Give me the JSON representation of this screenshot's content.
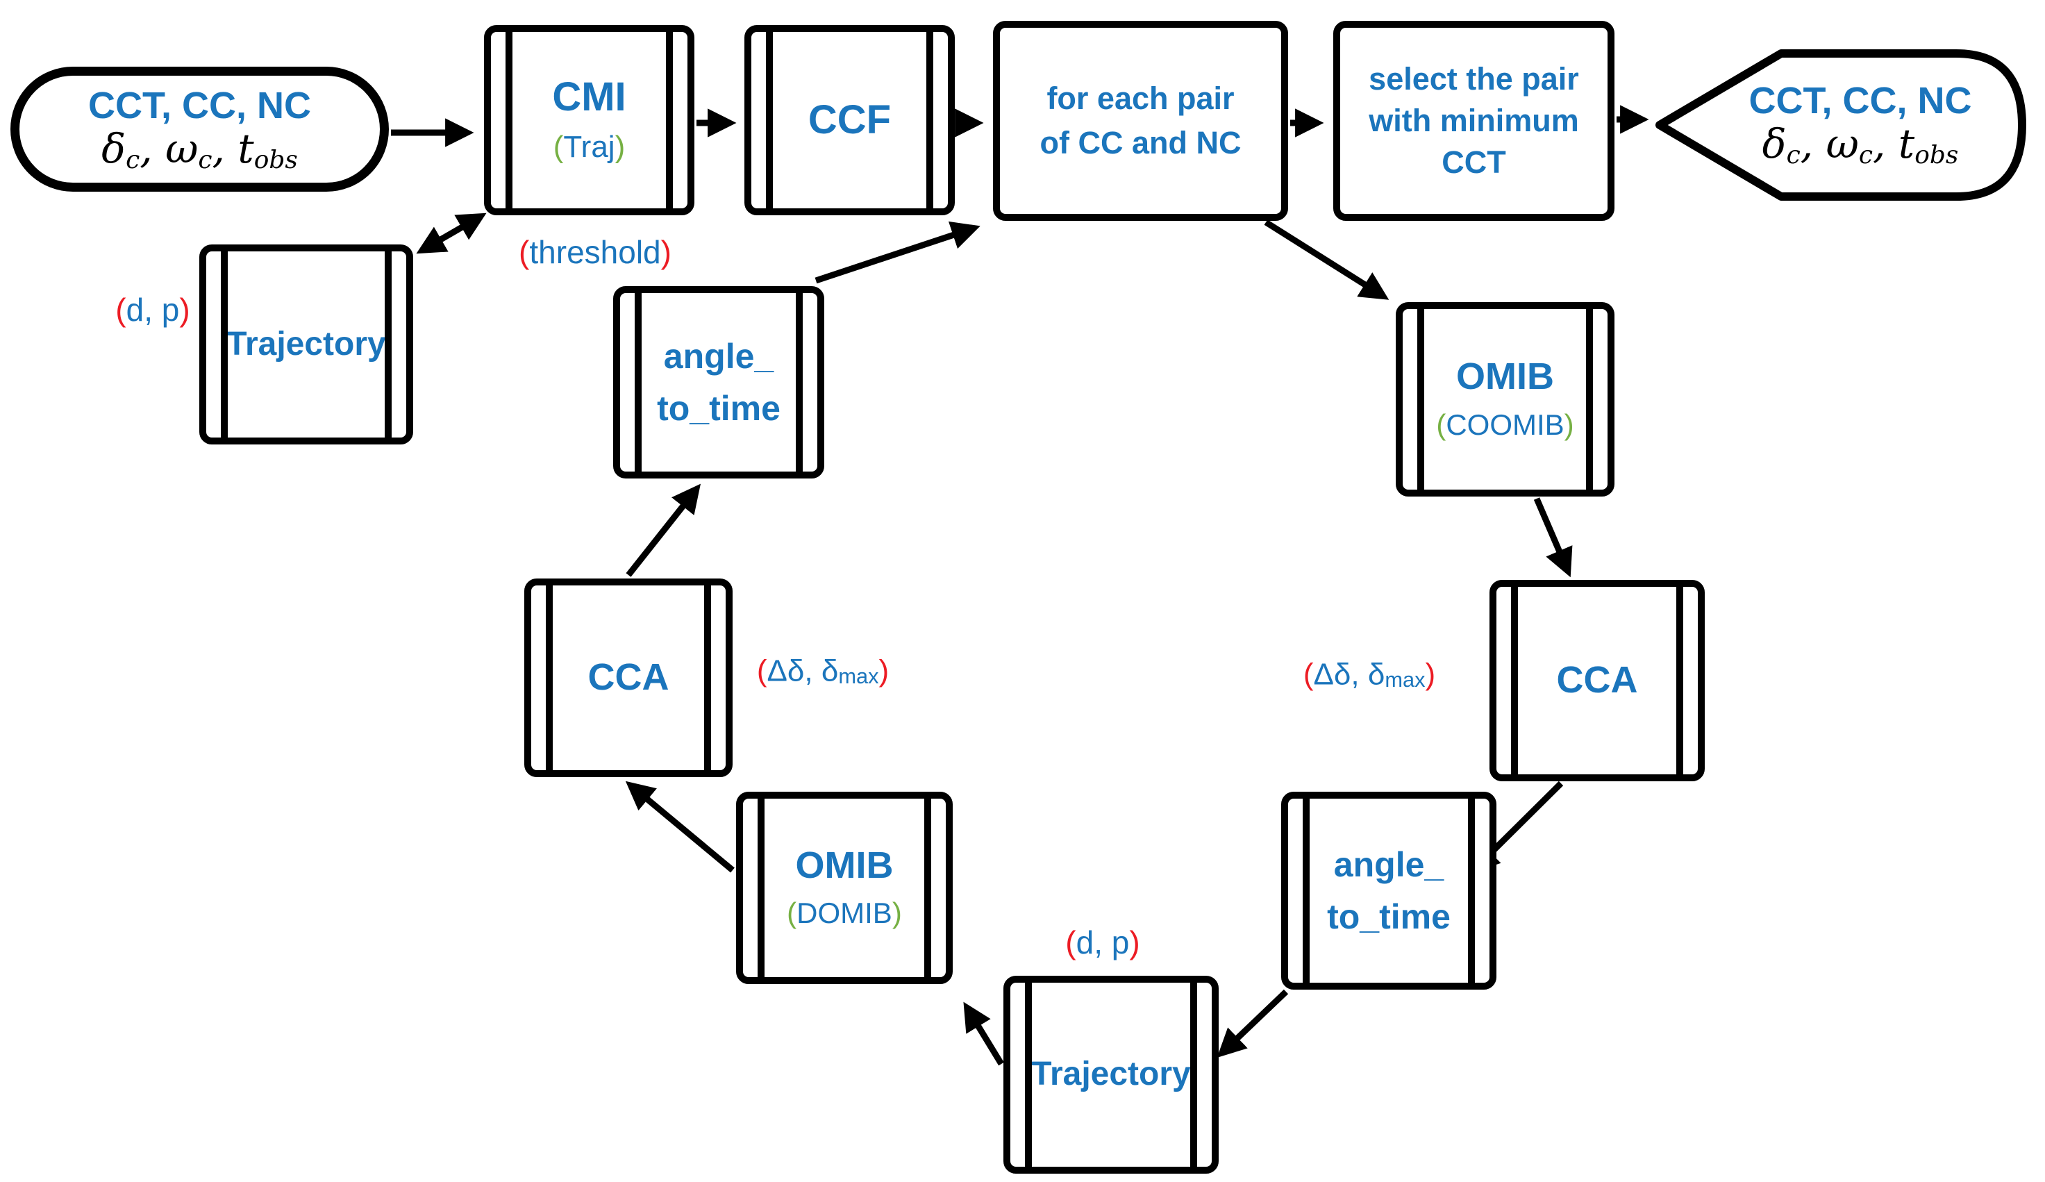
{
  "colors": {
    "accent_blue": "#1b75bc",
    "paren_green": "#76b043",
    "paren_red": "#ec1c24",
    "line_black": "#000000",
    "background": "#ffffff"
  },
  "nodes": {
    "start": {
      "type": "terminator",
      "line1": "CCT, CC, NC",
      "math": {
        "v1": "δ",
        "s1": "c",
        "c1": ", ",
        "v2": "ω",
        "s2": "c",
        "c2": ", ",
        "v3": "t",
        "s3": "obs"
      }
    },
    "cmi": {
      "type": "subroutine",
      "title": "CMI",
      "note_open": "(",
      "note": "Traj",
      "note_close": ")"
    },
    "ccf": {
      "type": "subroutine",
      "title": "CCF"
    },
    "for_each_pair": {
      "type": "process",
      "line1": "for each pair",
      "line2": "of CC and NC"
    },
    "select_pair": {
      "type": "process",
      "line1": "select the pair",
      "line2": "with minimum",
      "line3": "CCT"
    },
    "end": {
      "type": "terminator",
      "line1": "CCT, CC, NC",
      "math": {
        "v1": "δ",
        "s1": "c",
        "c1": ", ",
        "v2": "ω",
        "s2": "c",
        "c2": ", ",
        "v3": "t",
        "s3": "obs"
      }
    },
    "trajectory_top": {
      "type": "subroutine",
      "title": "Trajectory"
    },
    "angle_to_time_left": {
      "type": "subroutine",
      "line1": "angle_",
      "line2": "to_time"
    },
    "cca_left": {
      "type": "subroutine",
      "title": "CCA"
    },
    "omib_domib": {
      "type": "subroutine",
      "title": "OMIB",
      "note_open": "(",
      "note": "DOMIB",
      "note_close": ")"
    },
    "trajectory_bottom": {
      "type": "subroutine",
      "title": "Trajectory"
    },
    "angle_to_time_right": {
      "type": "subroutine",
      "line1": "angle_",
      "line2": "to_time"
    },
    "cca_right": {
      "type": "subroutine",
      "title": "CCA"
    },
    "omib_coomib": {
      "type": "subroutine",
      "title": "OMIB",
      "note_open": "(",
      "note": "COOMIB",
      "note_close": ")"
    }
  },
  "labels": {
    "threshold": {
      "open": "(",
      "text": "threshold",
      "close": ")"
    },
    "dp_top": {
      "open": "(",
      "text": "d, p",
      "close": ")"
    },
    "dp_bottom": {
      "open": "(",
      "text": "d, p",
      "close": ")"
    },
    "delta_left": {
      "open": "(",
      "text": "Δδ, δ",
      "sub": "max",
      "close": ")"
    },
    "delta_right": {
      "open": "(",
      "text": "Δδ, δ",
      "sub": "max",
      "close": ")"
    }
  },
  "edges": [
    {
      "from": "start",
      "to": "cmi",
      "bidirectional": false
    },
    {
      "from": "cmi",
      "to": "trajectory_top",
      "bidirectional": true
    },
    {
      "from": "cmi",
      "to": "ccf",
      "bidirectional": false
    },
    {
      "from": "ccf",
      "to": "for_each_pair",
      "bidirectional": false
    },
    {
      "from": "for_each_pair",
      "to": "select_pair",
      "bidirectional": false
    },
    {
      "from": "select_pair",
      "to": "end",
      "bidirectional": false
    },
    {
      "from": "for_each_pair",
      "to": "omib_coomib",
      "bidirectional": false
    },
    {
      "from": "omib_coomib",
      "to": "cca_right",
      "bidirectional": false
    },
    {
      "from": "cca_right",
      "to": "angle_to_time_right",
      "bidirectional": false
    },
    {
      "from": "angle_to_time_right",
      "to": "trajectory_bottom",
      "bidirectional": false
    },
    {
      "from": "trajectory_bottom",
      "to": "omib_domib",
      "bidirectional": false
    },
    {
      "from": "omib_domib",
      "to": "cca_left",
      "bidirectional": false
    },
    {
      "from": "cca_left",
      "to": "angle_to_time_left",
      "bidirectional": false
    },
    {
      "from": "angle_to_time_left",
      "to": "for_each_pair",
      "bidirectional": false
    }
  ]
}
